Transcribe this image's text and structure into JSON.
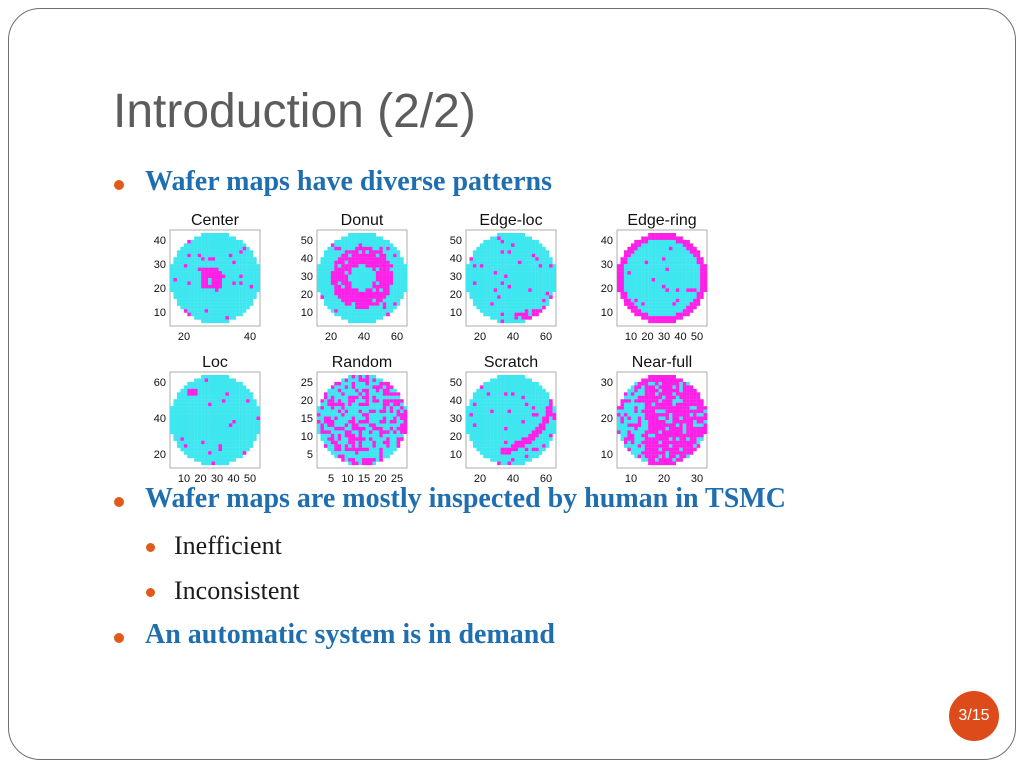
{
  "slide": {
    "title": "Introduction (2/2)",
    "page_number": "3/15",
    "accent_color": "#de4b1b",
    "heading_color": "#1f6fb0"
  },
  "bullets": {
    "b1": "Wafer maps have diverse patterns",
    "b2": "Wafer maps are mostly inspected by human in TSMC",
    "b2_sub1": "Inefficient",
    "b2_sub2": "Inconsistent",
    "b3": "An automatic system is in demand"
  },
  "chart_data": [
    {
      "type": "heatmap",
      "pattern": "center",
      "title": "Center",
      "x_ticks": [
        "20",
        "40"
      ],
      "y_ticks": [
        "10",
        "20",
        "30",
        "40"
      ],
      "background_color": "#3ee6f0",
      "defect_color": "#ff20e8"
    },
    {
      "type": "heatmap",
      "pattern": "donut",
      "title": "Donut",
      "x_ticks": [
        "20",
        "40",
        "60"
      ],
      "y_ticks": [
        "10",
        "20",
        "30",
        "40",
        "50"
      ],
      "background_color": "#3ee6f0",
      "defect_color": "#ff20e8"
    },
    {
      "type": "heatmap",
      "pattern": "edge-loc",
      "title": "Edge-loc",
      "x_ticks": [
        "20",
        "40",
        "60"
      ],
      "y_ticks": [
        "10",
        "20",
        "30",
        "40",
        "50"
      ],
      "background_color": "#3ee6f0",
      "defect_color": "#ff20e8"
    },
    {
      "type": "heatmap",
      "pattern": "edge-ring",
      "title": "Edge-ring",
      "x_ticks": [
        "10",
        "20",
        "30",
        "40",
        "50"
      ],
      "y_ticks": [
        "10",
        "20",
        "30",
        "40"
      ],
      "background_color": "#3ee6f0",
      "defect_color": "#ff20e8"
    },
    {
      "type": "heatmap",
      "pattern": "loc",
      "title": "Loc",
      "x_ticks": [
        "10",
        "20",
        "30",
        "40",
        "50"
      ],
      "y_ticks": [
        "20",
        "40",
        "60"
      ],
      "background_color": "#3ee6f0",
      "defect_color": "#ff20e8"
    },
    {
      "type": "heatmap",
      "pattern": "random",
      "title": "Random",
      "x_ticks": [
        "5",
        "10",
        "15",
        "20",
        "25"
      ],
      "y_ticks": [
        "5",
        "10",
        "15",
        "20",
        "25"
      ],
      "background_color": "#3ee6f0",
      "defect_color": "#ff20e8"
    },
    {
      "type": "heatmap",
      "pattern": "scratch",
      "title": "Scratch",
      "x_ticks": [
        "20",
        "40",
        "60"
      ],
      "y_ticks": [
        "10",
        "20",
        "30",
        "40",
        "50"
      ],
      "background_color": "#3ee6f0",
      "defect_color": "#ff20e8"
    },
    {
      "type": "heatmap",
      "pattern": "near-full",
      "title": "Near-full",
      "x_ticks": [
        "10",
        "20",
        "30"
      ],
      "y_ticks": [
        "10",
        "20",
        "30"
      ],
      "background_color": "#3ee6f0",
      "defect_color": "#ff20e8"
    }
  ]
}
